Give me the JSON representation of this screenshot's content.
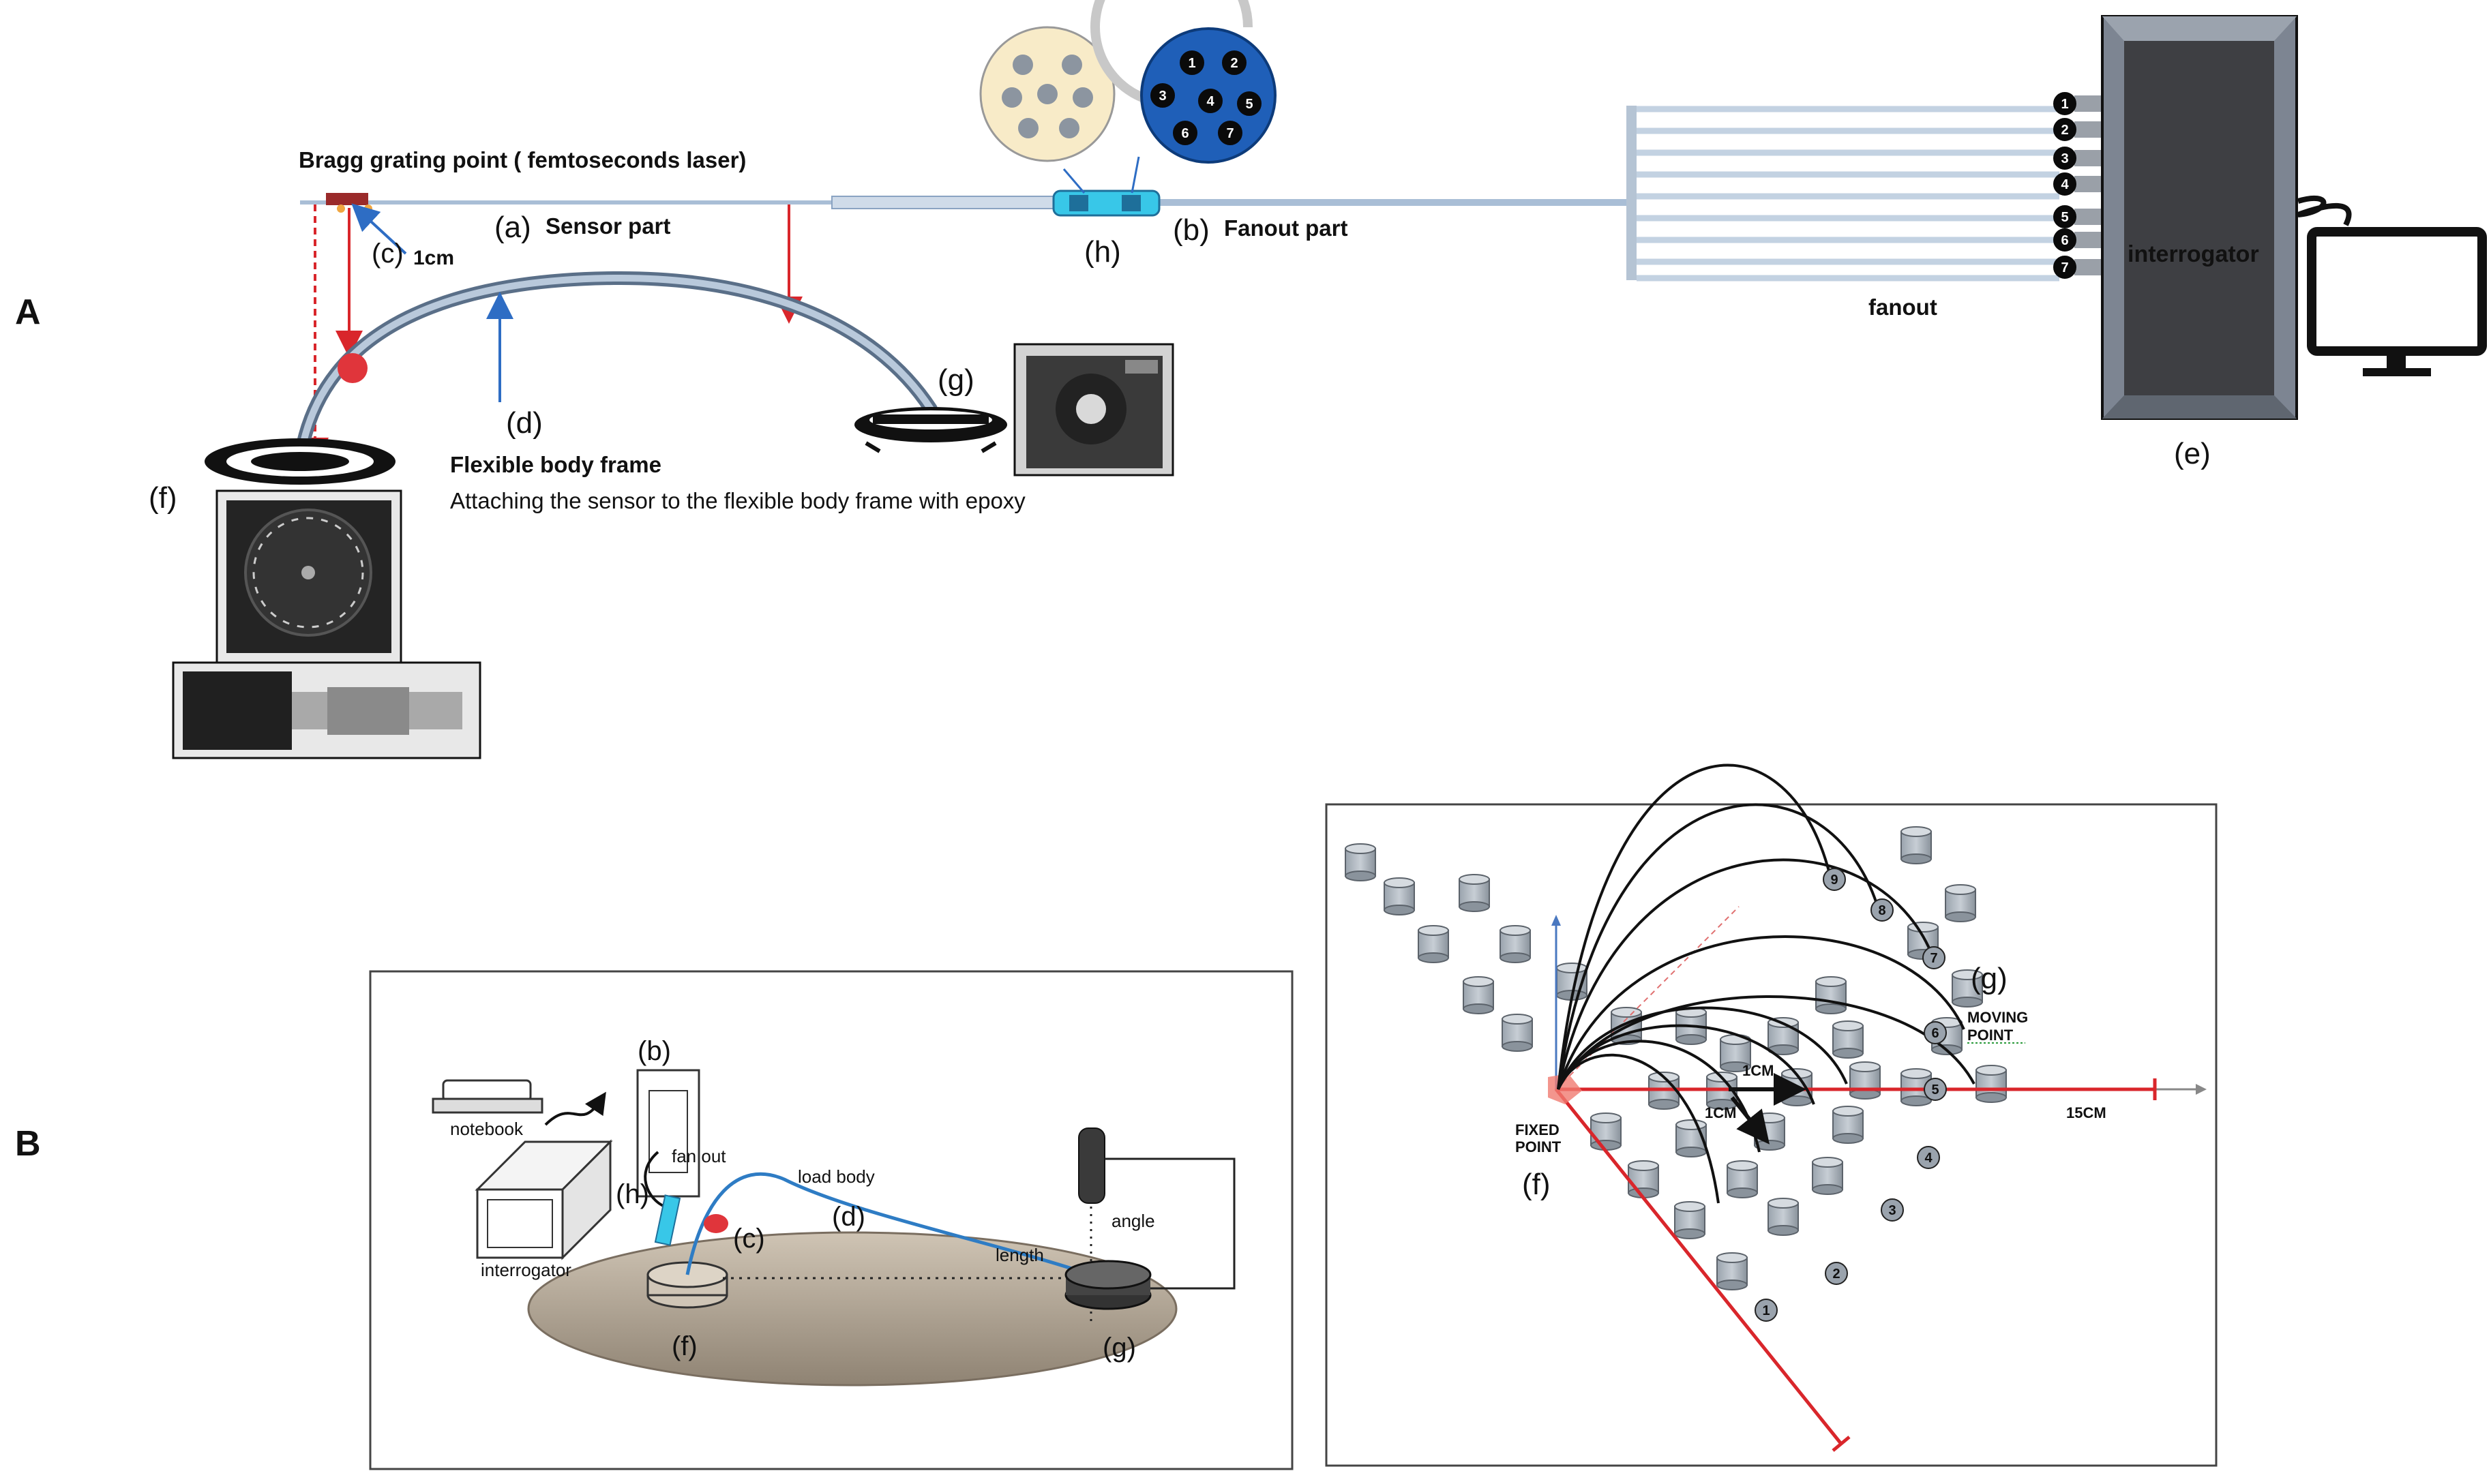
{
  "panels": {
    "a": "A",
    "b": "B"
  },
  "top": {
    "bragg": "Bragg grating point ( femtoseconds laser)",
    "sensor_tag": "(a)",
    "sensor_label": "Sensor part",
    "c_tag": "(c)",
    "one_cm": "1cm",
    "fanout_tag": "(b)",
    "fanout_label": "Fanout part",
    "h_tag": "(h)",
    "d_tag": "(d)",
    "frame_label": "Flexible body frame",
    "epoxy": "Attaching the sensor to the flexible body frame with epoxy",
    "g_tag": "(g)",
    "f_tag": "(f)",
    "fanout": "fanout",
    "interrogator": "interrogator",
    "e_tag": "(e)",
    "port_numbers": [
      "1",
      "2",
      "3",
      "4",
      "5",
      "6",
      "7"
    ],
    "core_numbers": [
      "1",
      "2",
      "3",
      "4",
      "5",
      "6",
      "7"
    ]
  },
  "setup": {
    "notebook": "notebook",
    "interrogator": "interrogator",
    "b_tag": "(b)",
    "fan_out": "fan out",
    "h_tag": "(h)",
    "c_tag": "(c)",
    "d_tag": "(d)",
    "load_body": "load body",
    "length": "length",
    "angle": "angle",
    "f_tag": "(f)",
    "g_tag": "(g)"
  },
  "grid": {
    "g_tag": "(g)",
    "moving_point": [
      "MOVING",
      "POINT"
    ],
    "fixed_point": [
      "FIXED",
      "POINT"
    ],
    "f_tag": "(f)",
    "one_cm_a": "1CM",
    "one_cm_b": "1CM",
    "fifteen_cm": "15CM",
    "arc_numbers": [
      "9",
      "8",
      "7",
      "6",
      "5"
    ],
    "diag_numbers": [
      "4",
      "3",
      "2",
      "1"
    ]
  },
  "colors": {
    "fiber": "#a9bed6",
    "blue_connector": "#1f5fb8",
    "red": "#d9262b",
    "cream": "#f8ebc8"
  }
}
